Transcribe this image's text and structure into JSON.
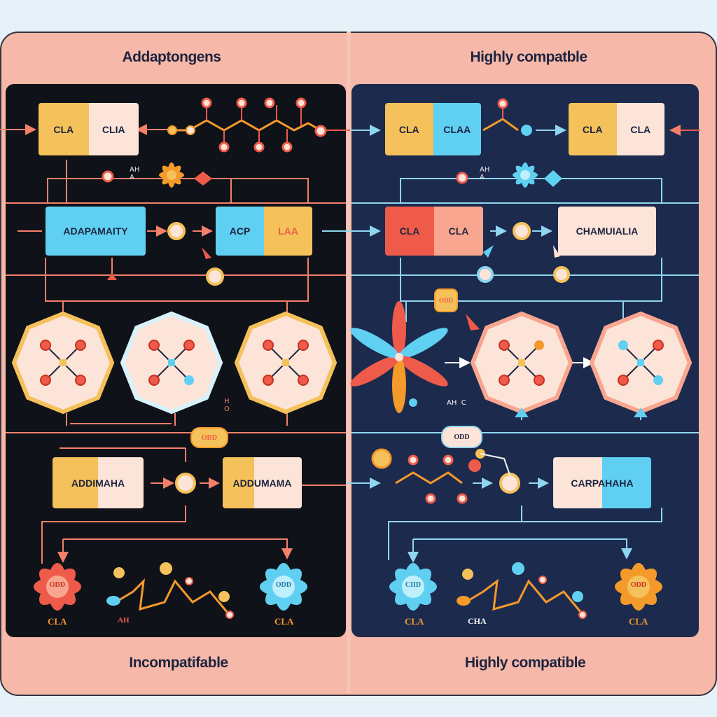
{
  "left": {
    "header": "Addaptongens",
    "footer": "Incompatifable",
    "box_top": {
      "a": "CLA",
      "b": "CLIA"
    },
    "box_mid1": "ADAPAMAITY",
    "box_mid2": {
      "a": "ACP",
      "b": "LAA"
    },
    "box_low1": "ADDIMAHA",
    "box_low2": "ADDUMAMA",
    "small_top": "AH\nA",
    "small_low": "H\nO",
    "badge": "ODD",
    "flower1": "ODD",
    "flower2": "ODD",
    "bottom_labels": [
      "CLA",
      "AH",
      "CLA"
    ]
  },
  "right": {
    "header": "Highly compatble",
    "footer": "Highly compatible",
    "box_top1": {
      "a": "CLA",
      "b": "CLAA"
    },
    "box_top2": {
      "a": "CLA",
      "b": "CLA"
    },
    "box_mid1": {
      "a": "CLA",
      "b": "CLA"
    },
    "box_mid2": "CHAMUIALIA",
    "box_low": "CARPAHAHA",
    "small_top": "AH\nA",
    "small_low": "AH  C",
    "badge_top": "ODD",
    "badge_low": "ODD",
    "flower1": "CIID",
    "flower2": "ODD",
    "bottom_labels": [
      "CLA",
      "CHA",
      "CLA"
    ]
  },
  "colors": {
    "frame": "#f6b8a8",
    "left_panel": "#101219",
    "right_panel": "#1c2a4d",
    "yellow": "#f5c15a",
    "cream": "#fde4d8",
    "cyan": "#5fd0f2",
    "red": "#ef5b4a",
    "orange": "#f49a2b",
    "wire_left": "#f4806a",
    "wire_right": "#8fd6f0"
  }
}
